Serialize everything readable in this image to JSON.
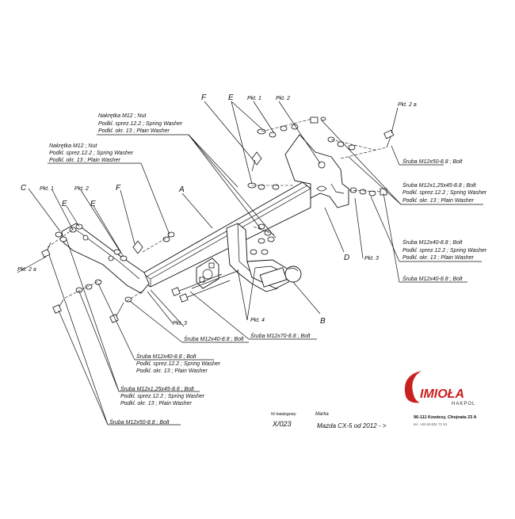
{
  "labels": {
    "nut_top_1": "Nakrętka  M12 ;  Nut",
    "nut_top_2": "Podkl. sprez.12.2 ; Spring Washer",
    "nut_top_3": "Podkl. okr. 13 ; Plain Washer",
    "nut_mid_1": "Nakrętka  M12 ;  Nut",
    "nut_mid_2": "Podkl. sprez.12.2 ; Spring Washer",
    "nut_mid_3": "Podkl. okr. 13 ; Plain Washer",
    "letter_A": "A",
    "letter_B": "B",
    "letter_C": "C",
    "letter_D": "D",
    "letter_E_left": "E",
    "letter_E_left2": "E",
    "letter_F_left": "F",
    "letter_E_top": "E",
    "letter_F_top": "F",
    "pkt1_left": "Pkt. 1",
    "pkt2_left": "Pkt. 2",
    "pkt1_top": "Pkt. 1",
    "pkt2_top": "Pkt. 2",
    "pkt2a_top": "Pkt. 2 a",
    "pkt2a_left": "Pkt. 2 a",
    "pkt3_right": "Pkt. 3",
    "pkt3_bottom": "Pkt. 3",
    "pkt4": "Pkt. 4",
    "r_bolt50": "Śruba M12x50-8.8 ;  Bolt",
    "r_bolt45_1": "Śruba M12x1,25x45-8.8 ;  Bolt",
    "r_bolt45_2": "Podkl. sprez.12.2 ; Spring Washer",
    "r_bolt45_3": "Podkl. okr. 13 ; Plain Washer",
    "r_bolt40_1": "Śruba M12x40-8.8 ;  Bolt",
    "r_bolt40_2": "Podkl. sprez.12.2 ; Spring Washer",
    "r_bolt40_3": "Podkl. okr. 13 ; Plain Washer",
    "r_bolt40b": "Śruba M12x40-8.8 ;  Bolt",
    "bolt40_small": "Śruba M12x40-8.8 ;  Bolt",
    "bolt70": "Śruba M12x70-8.8 ;  Bolt",
    "l_bolt40_1": "Śruba M12x40-8.8 ;  Bolt",
    "l_bolt40_2": "Podkl. sprez.12.2 ; Spring Washer",
    "l_bolt40_3": "Podkl. okr. 13 ; Plain Washer",
    "l_bolt45_1": "Śruba M12x1,25x45-8.8 ;  Bolt",
    "l_bolt45_2": "Podkl. sprez.12.2 ; Spring Washer",
    "l_bolt45_3": "Podkl. okr. 13 ; Plain Washer",
    "l_bolt50": "Śruba M12x50-8.8 ;  Bolt"
  },
  "footer": {
    "catalog_label": "Nr katalogowy",
    "catalog_value": "X/023",
    "brand_label": "Marka",
    "model_value": "Mazda CX-5   od  2012 - >",
    "logo_text": "IMIOŁA",
    "logo_sub": "HAKPOL",
    "address": "96-111 Kowiesy, Chojnata 23 A",
    "phone": "tel.  +48 46 831 71 51"
  },
  "colors": {
    "logo_red": "#c8201f",
    "logo_dark": "#333333",
    "line": "#111111"
  }
}
